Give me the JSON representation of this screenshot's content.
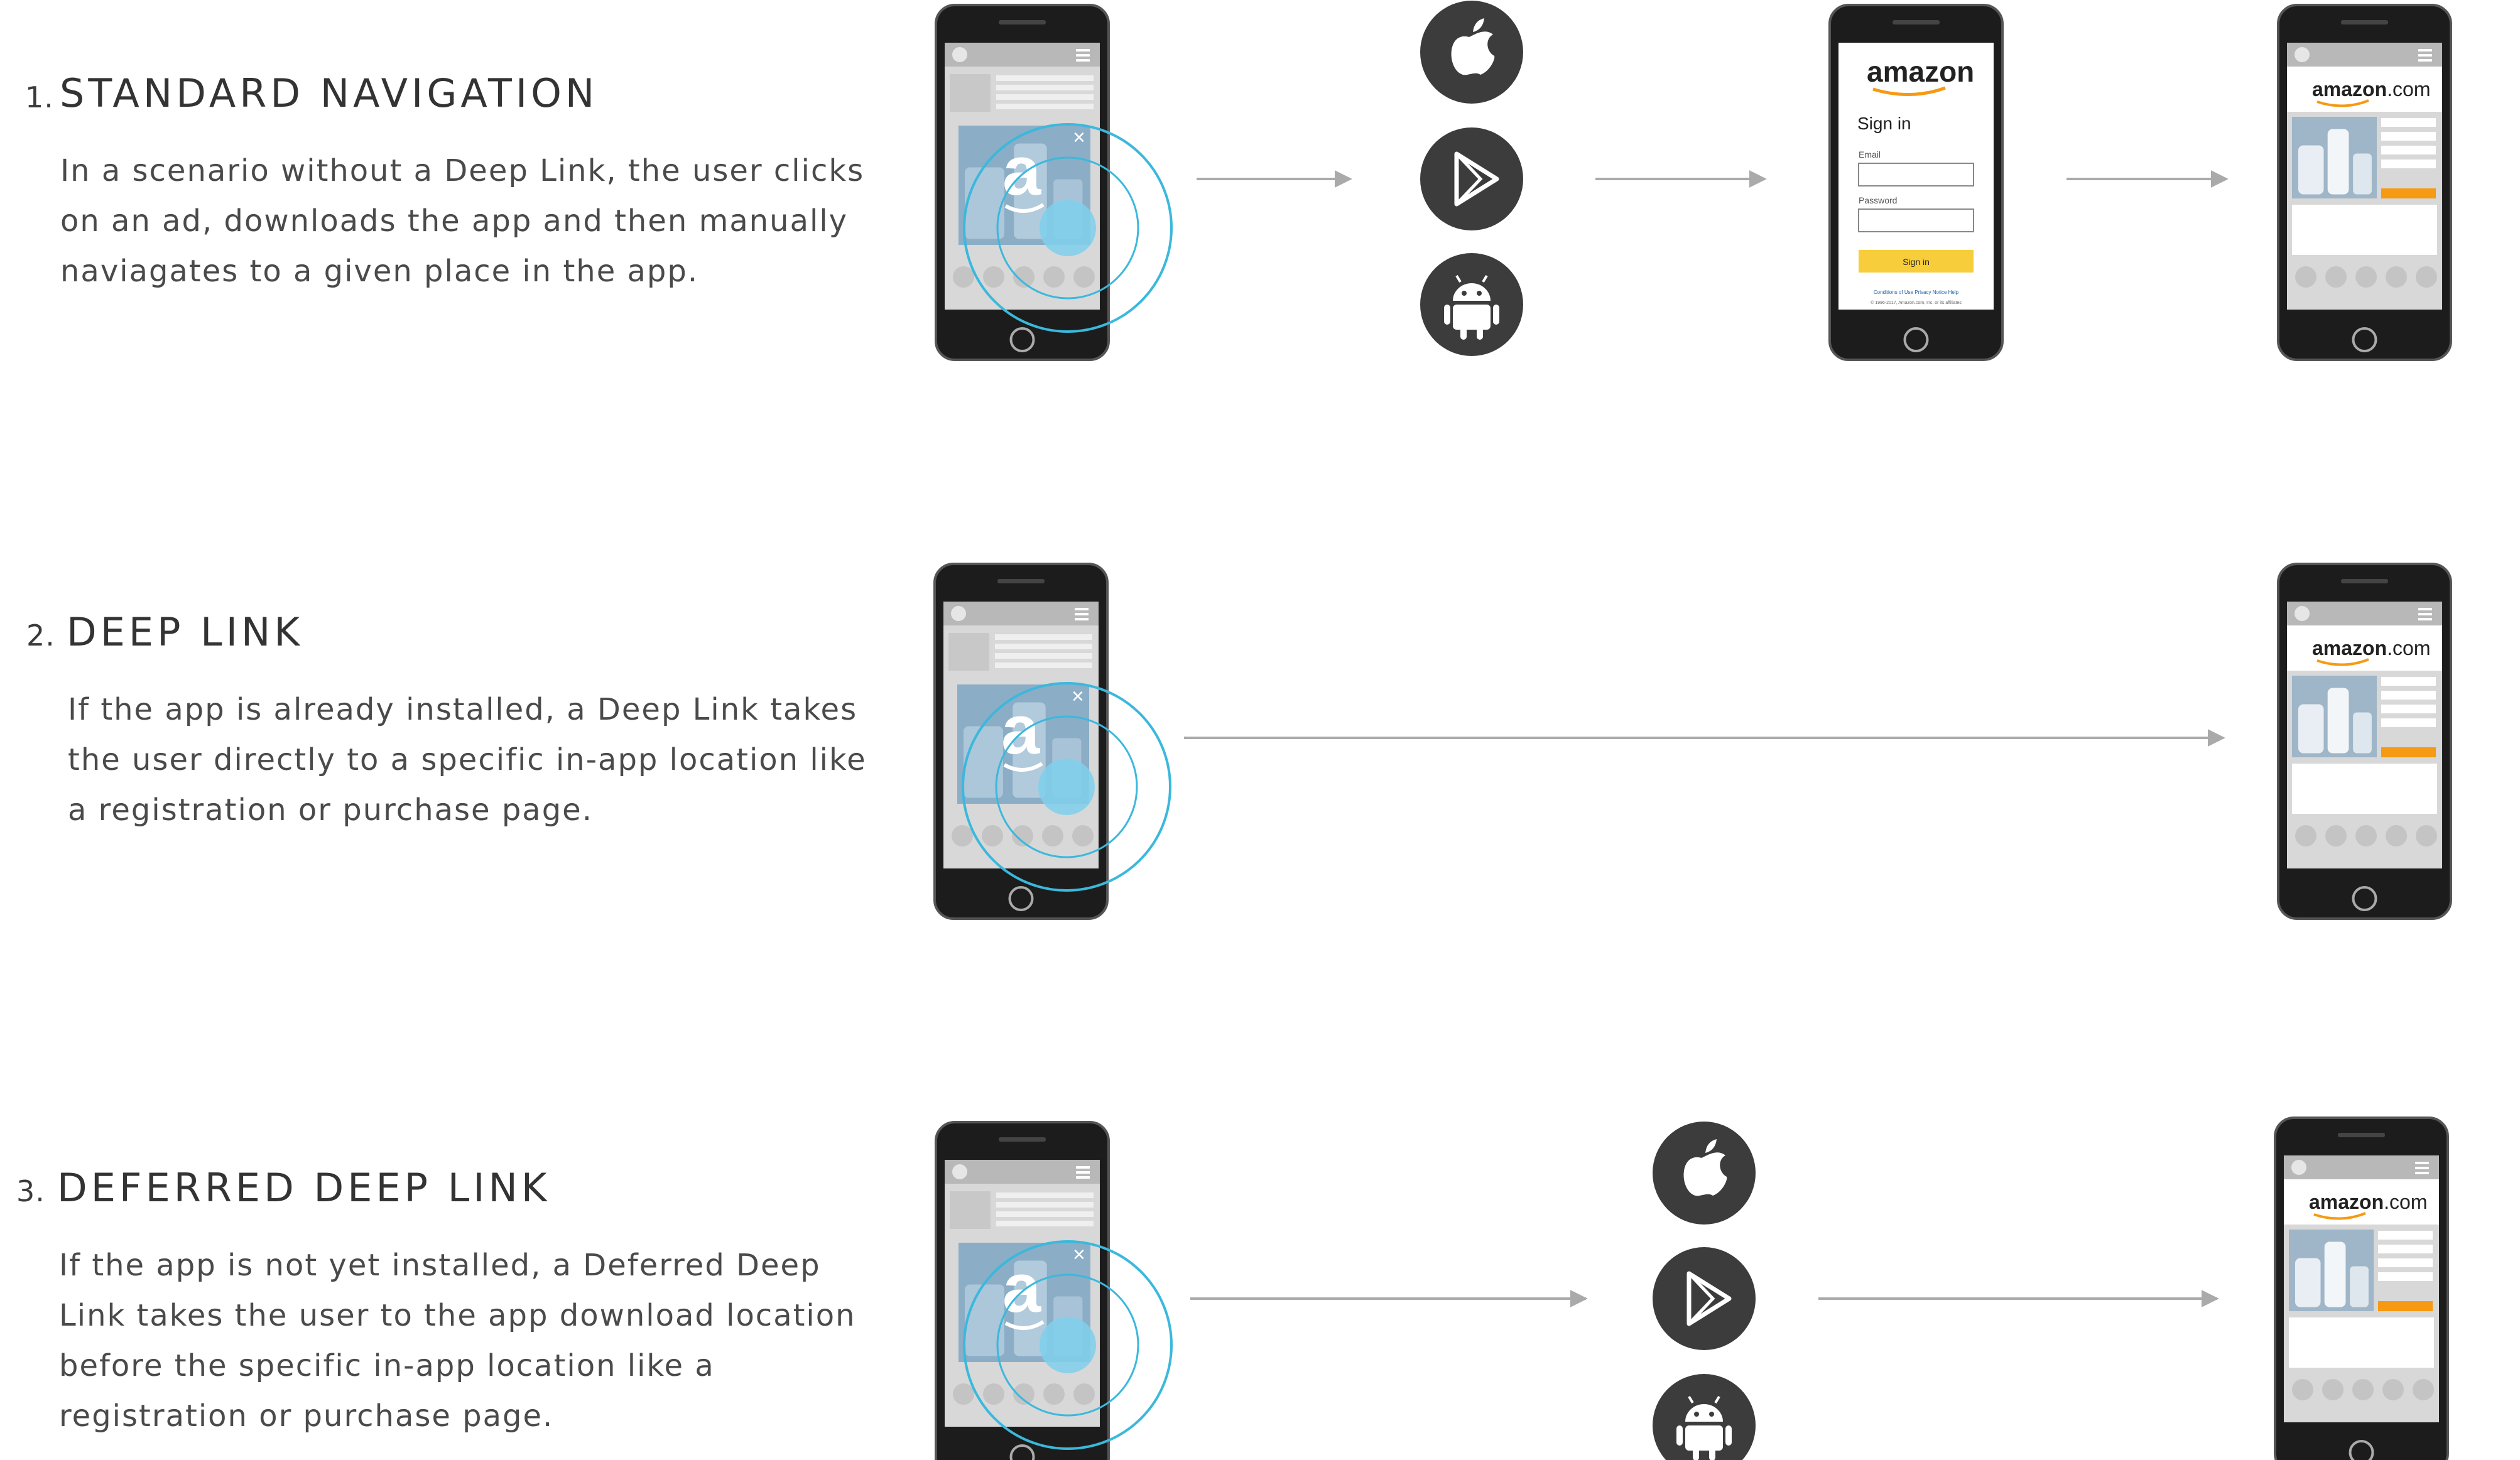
{
  "sections": [
    {
      "number": "1.",
      "title": "STANDARD NAVIGATION",
      "description": "In a scenario without a Deep Link, the user clicks on an ad, downloads the app and then manually naviagates to a given place in the app."
    },
    {
      "number": "2.",
      "title": "DEEP LINK",
      "description": "If the app is already installed, a Deep Link takes the user directly to a specific in-app location like a registration or purchase page."
    },
    {
      "number": "3.",
      "title": "DEFERRED DEEP LINK",
      "description": "If the app is not yet installed, a Deferred Deep Link takes the user to the app download location before the specific in-app location like a registration or purchase page."
    }
  ],
  "store_icons": [
    "apple-icon",
    "google-play-icon",
    "android-icon"
  ],
  "signin_screen": {
    "logo": "amazon",
    "heading": "Sign in",
    "email_label": "Email",
    "password_label": "Password",
    "button_label": "Sign in",
    "footer_links": "Conditions of Use     Privacy Notice     Help",
    "copyright": "© 1996-2017, Amazon.com, Inc. or its affiliates"
  },
  "app_screen": {
    "logo_main": "amazon",
    "logo_suffix": ".com"
  },
  "colors": {
    "phone_body": "#1c1c1c",
    "screen_gray": "#d8d8d8",
    "tap_ring": "#3bb8dc",
    "tap_fill": "#7fd0ec",
    "store_icon_bg": "#3c3c3c",
    "arrow": "#aaaaaa",
    "accent_orange": "#f59a12",
    "signin_yellow": "#f7cd3b"
  }
}
